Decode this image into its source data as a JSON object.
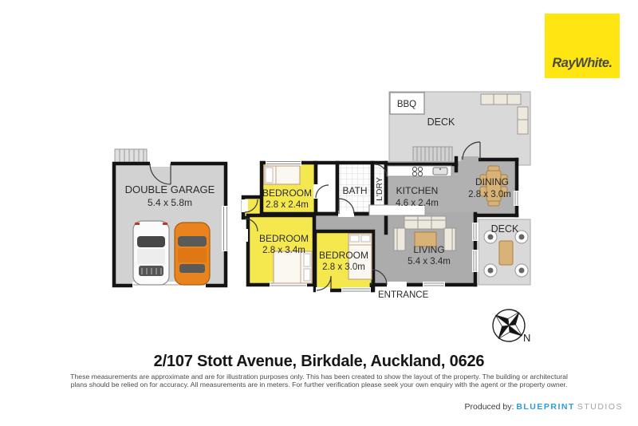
{
  "logo": {
    "brand": "RayWhite."
  },
  "floorplan": {
    "rooms": [
      {
        "id": "garage",
        "label": "DOUBLE GARAGE",
        "dims": "5.4 x 5.8m"
      },
      {
        "id": "bedroom1",
        "label": "BEDROOM",
        "dims": "2.8 x 2.4m"
      },
      {
        "id": "bath",
        "label": "BATH",
        "dims": ""
      },
      {
        "id": "laundry",
        "label": "L'DRY",
        "dims": ""
      },
      {
        "id": "kitchen",
        "label": "KITCHEN",
        "dims": "4.6 x 2.4m"
      },
      {
        "id": "dining",
        "label": "DINING",
        "dims": "2.8 x 3.0m"
      },
      {
        "id": "deck-top",
        "label": "DECK",
        "dims": ""
      },
      {
        "id": "bbq",
        "label": "BBQ",
        "dims": ""
      },
      {
        "id": "bedroom2",
        "label": "BEDROOM",
        "dims": "2.8 x 3.4m"
      },
      {
        "id": "bedroom3",
        "label": "BEDROOM",
        "dims": "2.8 x 3.0m"
      },
      {
        "id": "living",
        "label": "LIVING",
        "dims": "5.4 x 3.4m"
      },
      {
        "id": "deck-right",
        "label": "DECK",
        "dims": ""
      },
      {
        "id": "entrance",
        "label": "ENTRANCE",
        "dims": ""
      }
    ],
    "compass": {
      "label": "N"
    }
  },
  "footer": {
    "address": "2/107 Stott Avenue, Birkdale, Auckland, 0626",
    "disclaimer_line1": "These measurements are approximate and are for illustration purposes only. This has been created to show the layout of the property. The building or architectural",
    "disclaimer_line2": "plans should be relied on for accuracy. All measurements are in meters. For further verification please seek your own enquiry with the agent or the property owner.",
    "produced_by": "Produced by:",
    "producer_name": "BLUEPRINT",
    "producer_suffix": "STUDIOS"
  },
  "colors": {
    "brand_yellow": "#FFE512",
    "room_yellow": "#F5E84E",
    "wall_black": "#141414",
    "floor_gray": "#B1B1B1",
    "hall_gray": "#ACACAC",
    "deck_gray": "#D9D9D9",
    "garage_gray": "#D2D2D2",
    "wood_tan": "#D8B276",
    "car_orange": "#E8831D",
    "accent_blue": "#2D9CDB"
  }
}
